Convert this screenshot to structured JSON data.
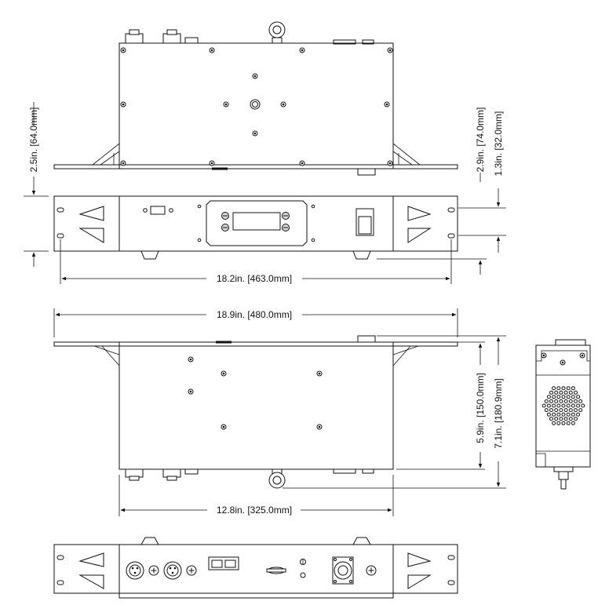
{
  "dimensions": {
    "top_height_left": "2.5in. [64.0mm]",
    "top_height_right_outer": "2.9in. [74.0mm]",
    "top_height_right_inner": "1.3in. [32.0mm]",
    "front_width": "18.2in. [463.0mm]",
    "overall_width": "18.9in. [480.0mm]",
    "depth_inner": "5.9in. [150.0mm]",
    "depth_outer": "7.1in. [180.9mm]",
    "body_width": "12.8in. [325.0mm]"
  }
}
